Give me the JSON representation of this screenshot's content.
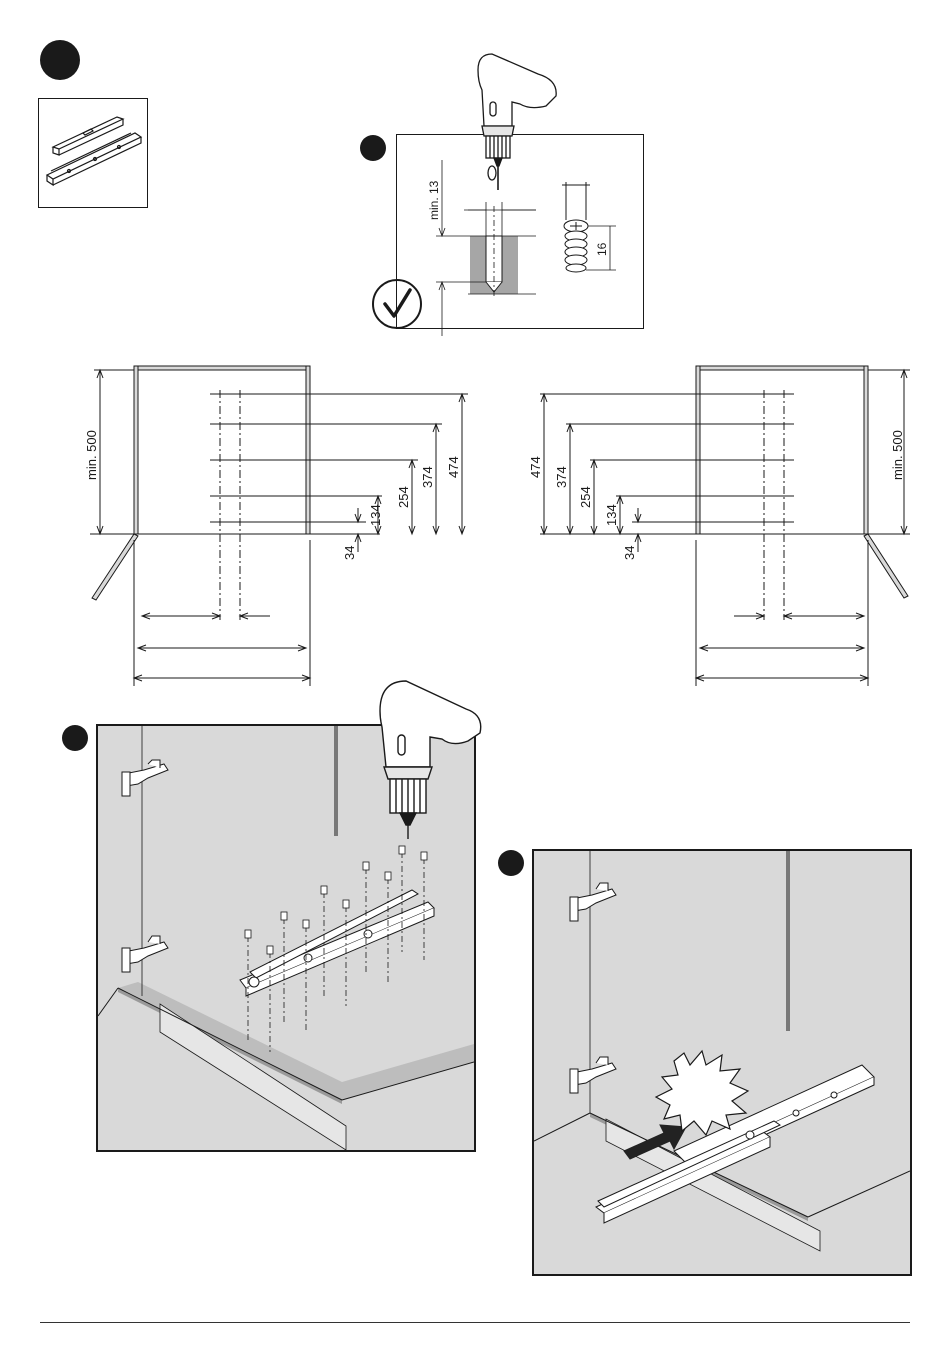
{
  "step_markers": {
    "main": "step-1-marker",
    "drill_inset": "step-2-marker",
    "mounting": "step-3-marker",
    "click_in": "step-4-marker"
  },
  "drill_detail": {
    "min_depth_label": "min. 13",
    "screw_height_label": "16",
    "check_icon": "checkmark-icon"
  },
  "left_cabinet": {
    "min_height_label": "min. 500",
    "dims": [
      "34",
      "134",
      "254",
      "374",
      "474"
    ]
  },
  "right_cabinet": {
    "min_height_label": "min. 500",
    "dims": [
      "474",
      "374",
      "254",
      "134",
      "34"
    ]
  },
  "colors": {
    "ink": "#1a1a1a",
    "wall_grey": "#d9d9d9",
    "drill_grey": "#a6a6a6",
    "arrow": "#222222"
  }
}
